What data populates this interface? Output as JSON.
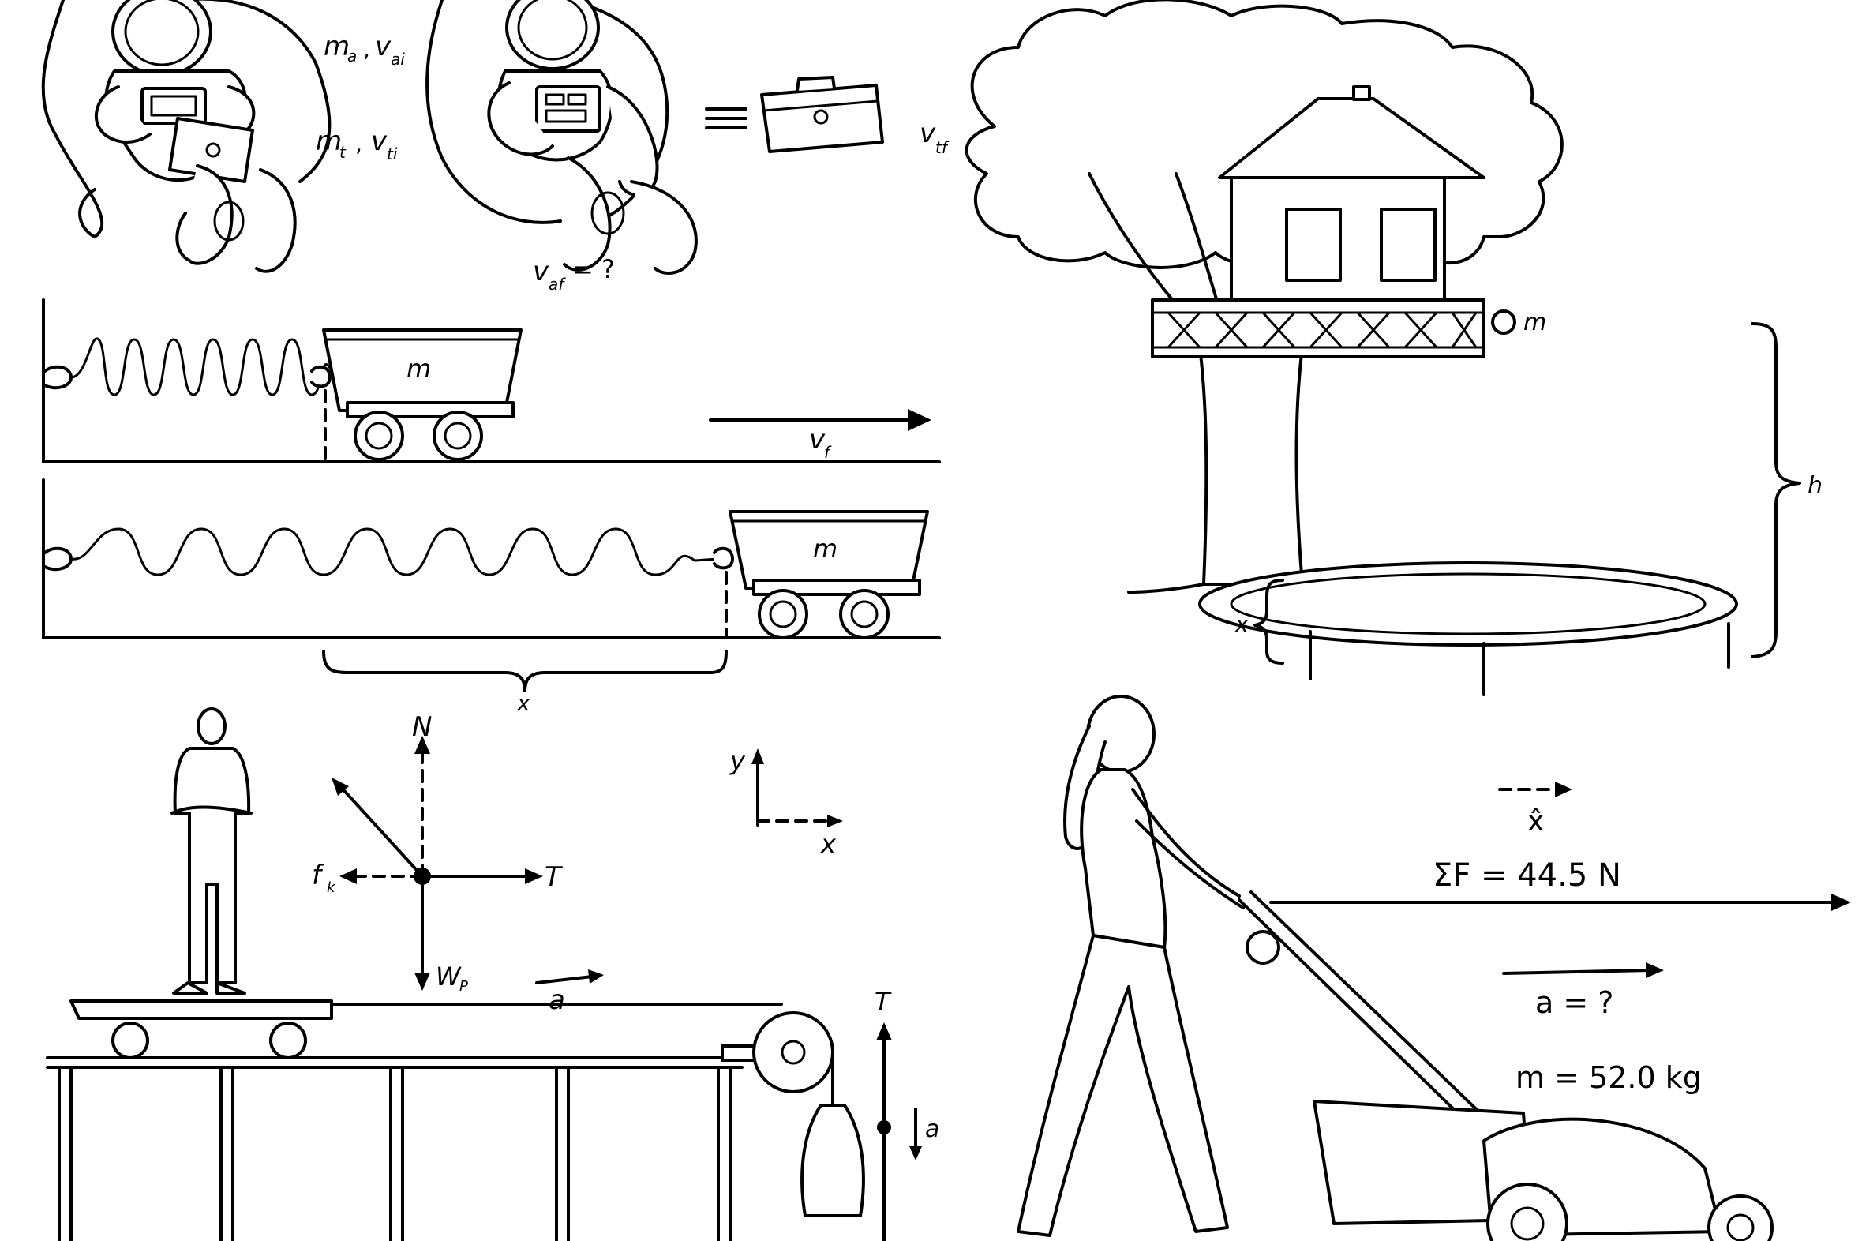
{
  "panels": {
    "astronaut": {
      "label_ma": "m",
      "label_ma_sub": "a",
      "label_va": "v",
      "label_va_sub": "ai",
      "label_mt": "m",
      "label_mt_sub": "t",
      "label_vt": "v",
      "label_vt_sub": "ti",
      "label_vtf": "v",
      "label_vtf_sub": "tf",
      "label_vaf": "v",
      "label_vaf_sub": "af",
      "label_vaf_tail": "= ?"
    },
    "spring_cart": {
      "label_m_top": "m",
      "label_m_bottom": "m",
      "label_vf": "v",
      "label_vf_sub": "f",
      "label_x": "x"
    },
    "treehouse": {
      "label_m": "m",
      "label_h": "h",
      "label_x": "x"
    },
    "conveyor": {
      "label_N": "N",
      "label_fk": "f",
      "label_fk_sub": "k",
      "label_T": "T",
      "label_Wp": "W",
      "label_Wp_sub": "P",
      "label_a_top": "a",
      "label_y": "y",
      "label_x": "x",
      "label_T_rope": "T",
      "label_a_rope": "a"
    },
    "lawnmower": {
      "label_xhat": "x̂",
      "label_force": "ΣF = 44.5 N",
      "label_accel": "a = ?",
      "label_mass": "m = 52.0 kg"
    }
  },
  "colors": {
    "ink": "#000000",
    "paper": "#ffffff"
  }
}
